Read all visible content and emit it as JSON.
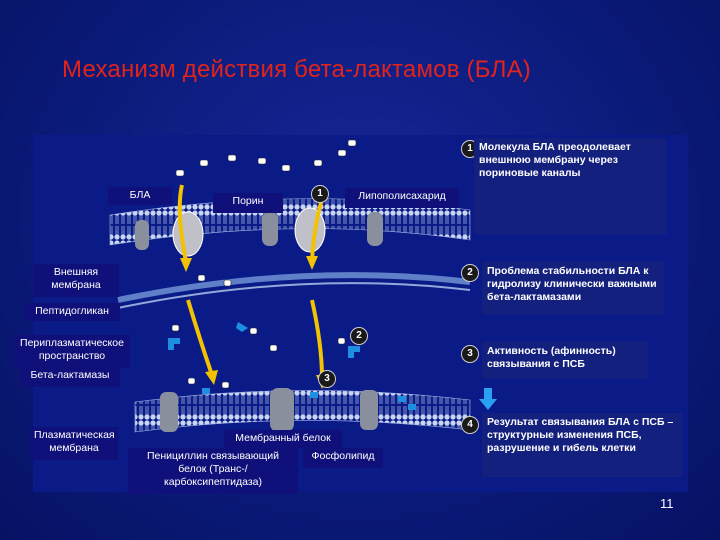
{
  "title": "Механизм действия бета-лактамов (БЛА)",
  "labels": {
    "bla": "БЛА",
    "porin": "Порин",
    "lps": "Липополисахарид",
    "outer_membrane": "Внешняя мембрана",
    "peptidoglycan": "Пептидогликан",
    "periplasmic": "Периплазматическое пространство",
    "beta_lactamases": "Бета-лактамазы",
    "plasma_membrane": "Плазматическая мембрана",
    "membrane_protein": "Мембранный белок",
    "pbp": "Пенициллин связывающий белок (Транс-/карбоксипептидаза)",
    "phospholipid": "Фосфолипид"
  },
  "steps": [
    {
      "num": "1",
      "text": "Молекула БЛА преодолевает внешнюю мембрану через пориновые каналы"
    },
    {
      "num": "2",
      "text": "Проблема стабильности БЛА к гидролизу клинически важными бета-лактамазами"
    },
    {
      "num": "3",
      "text": "Активность (афинность) связывания с ПСБ"
    },
    {
      "num": "4",
      "text": "Результат связывания БЛА с ПСБ – структурные изменения ПСБ, разрушение и гибель клетки"
    }
  ],
  "diagram_markers": [
    "1",
    "2",
    "3"
  ],
  "page_number": "11",
  "colors": {
    "title": "#e2231a",
    "background": "#0a1a78",
    "arrow": "#f2c200",
    "membrane": "#6f8fd0",
    "blue_marker": "#1e8fe0"
  }
}
